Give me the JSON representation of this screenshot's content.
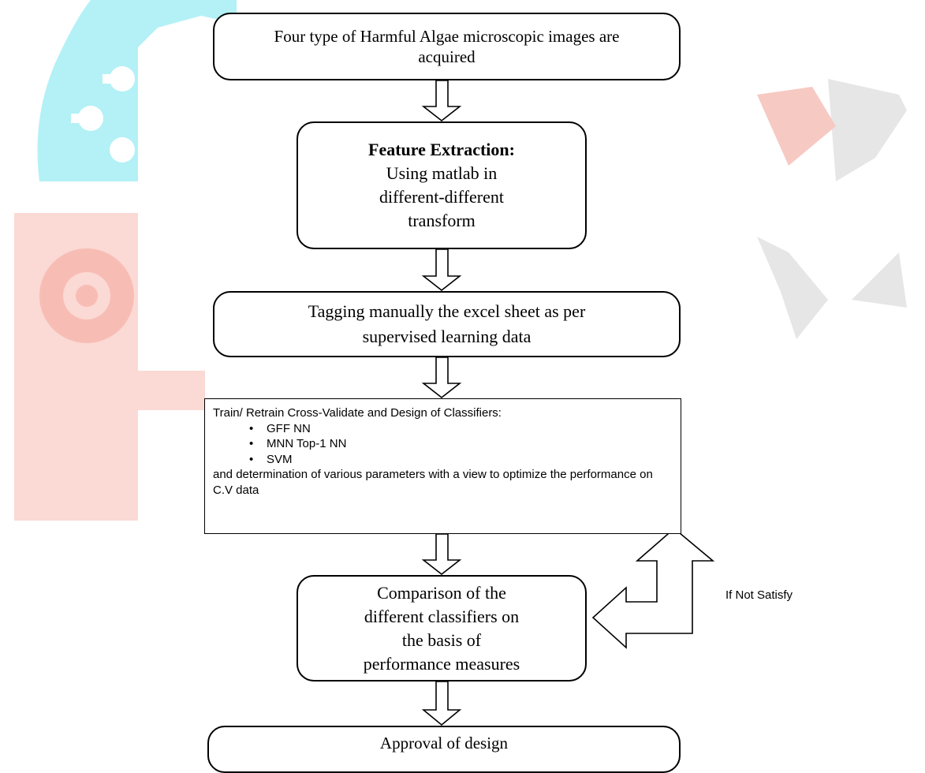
{
  "flowchart": {
    "step1": {
      "text": "Four type of Harmful Algae microscopic images are acquired"
    },
    "step2": {
      "title": "Feature Extraction:",
      "lines": [
        "Using matlab in",
        "different-different",
        "transform"
      ]
    },
    "step3": {
      "text": "Tagging manually the excel sheet as per supervised learning data"
    },
    "step4": {
      "heading": "Train/ Retrain Cross-Validate and Design of Classifiers:",
      "bullets": [
        "GFF NN",
        "MNN Top-1 NN",
        "SVM"
      ],
      "footer": "and determination of various parameters with a view to optimize the performance on C.V data"
    },
    "step5": {
      "lines": [
        "Comparison of the",
        "different classifiers on",
        "the basis of",
        "performance measures"
      ]
    },
    "step6": {
      "text": "Approval of design"
    },
    "feedback_label": "If Not Satisfy"
  },
  "colors": {
    "watermark_cyan": "#b3f1f6",
    "watermark_red": "#fbd9d4",
    "watermark_gray": "#e6e6e6"
  }
}
